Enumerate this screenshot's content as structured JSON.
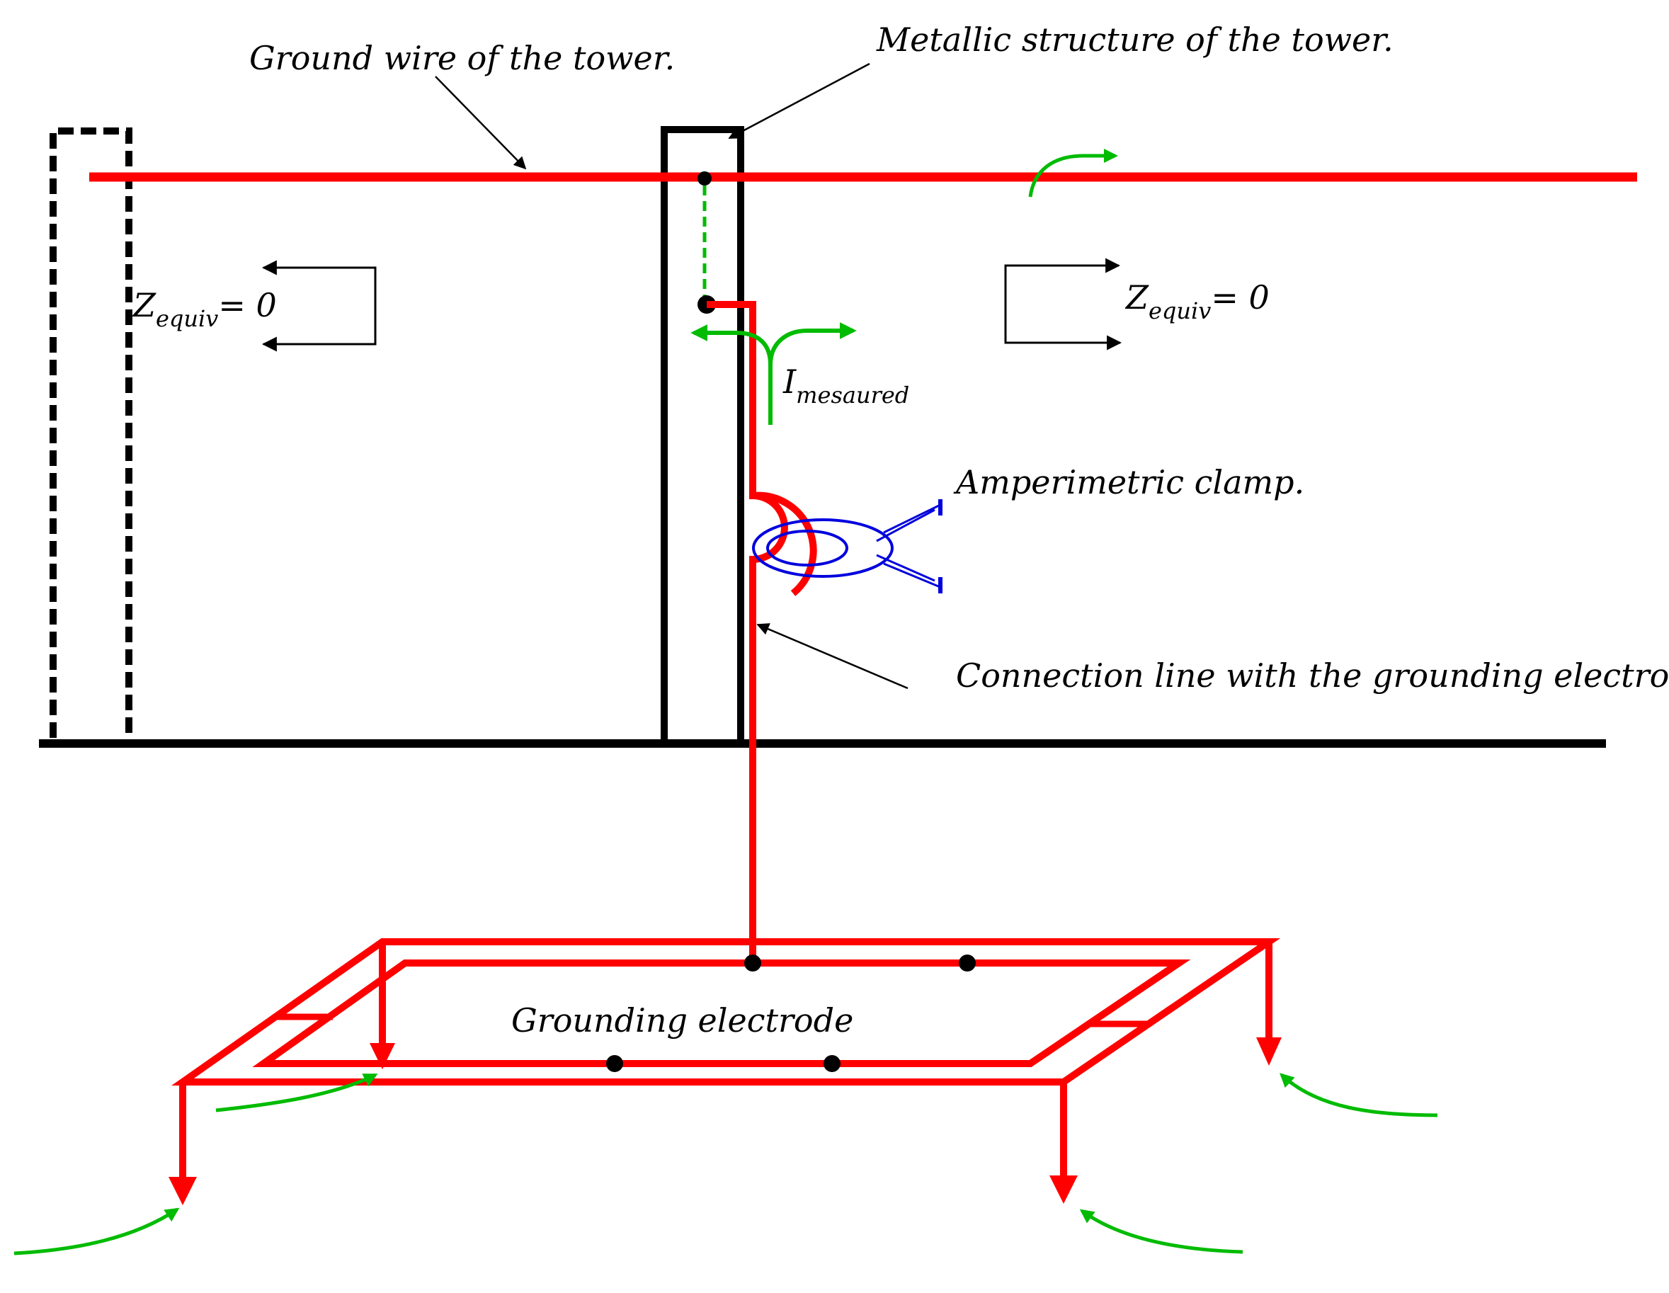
{
  "labels": {
    "ground_wire": "Ground wire of the tower.",
    "metallic_structure": "Metallic structure of the tower.",
    "amperimetric_clamp": "Amperimetric clamp.",
    "connection_line": "Connection line with the grounding electrode.",
    "grounding_electrode": "Grounding electrode",
    "z_left": {
      "base": "Z",
      "sub": "equiv",
      "rest": "= 0"
    },
    "z_right": {
      "base": "Z",
      "sub": "equiv",
      "rest": "= 0"
    },
    "i_measured": {
      "base": "I",
      "sub": "mesaured"
    }
  },
  "colors": {
    "conductor": "#ff0000",
    "current_flow": "#00bb00",
    "structure": "#000000",
    "clamp": "#0000dd"
  }
}
